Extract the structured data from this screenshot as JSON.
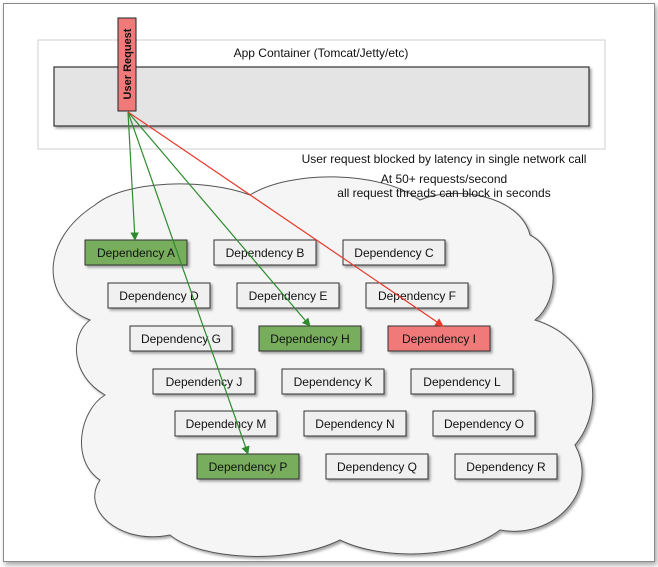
{
  "container": {
    "title": "App Container (Tomcat/Jetty/etc)"
  },
  "user_request": {
    "label": "User Request",
    "color": "#f07a7a"
  },
  "notes": {
    "line1": "User request blocked by latency in single network call",
    "line2": "At 50+ requests/second",
    "line3": "all request threads can block in seconds"
  },
  "colors": {
    "normal_fill": "#f0f0f0",
    "active_fill": "#77ad5c",
    "blocked_fill": "#f07a7a",
    "green_arrow": "#2e8b2e",
    "red_arrow": "#e8392c"
  },
  "dependencies": [
    {
      "id": "A",
      "label": "Dependency A",
      "state": "active"
    },
    {
      "id": "B",
      "label": "Dependency B",
      "state": "normal"
    },
    {
      "id": "C",
      "label": "Dependency C",
      "state": "normal"
    },
    {
      "id": "D",
      "label": "Dependency D",
      "state": "normal"
    },
    {
      "id": "E",
      "label": "Dependency E",
      "state": "normal"
    },
    {
      "id": "F",
      "label": "Dependency F",
      "state": "normal"
    },
    {
      "id": "G",
      "label": "Dependency G",
      "state": "normal"
    },
    {
      "id": "H",
      "label": "Dependency H",
      "state": "active"
    },
    {
      "id": "I",
      "label": "Dependency I",
      "state": "blocked"
    },
    {
      "id": "J",
      "label": "Dependency J",
      "state": "normal"
    },
    {
      "id": "K",
      "label": "Dependency K",
      "state": "normal"
    },
    {
      "id": "L",
      "label": "Dependency L",
      "state": "normal"
    },
    {
      "id": "M",
      "label": "Dependency M",
      "state": "normal"
    },
    {
      "id": "N",
      "label": "Dependency N",
      "state": "normal"
    },
    {
      "id": "O",
      "label": "Dependency O",
      "state": "normal"
    },
    {
      "id": "P",
      "label": "Dependency P",
      "state": "active"
    },
    {
      "id": "Q",
      "label": "Dependency Q",
      "state": "normal"
    },
    {
      "id": "R",
      "label": "Dependency R",
      "state": "normal"
    }
  ],
  "arrows": [
    {
      "to": "A",
      "color": "green"
    },
    {
      "to": "H",
      "color": "green"
    },
    {
      "to": "P",
      "color": "green"
    },
    {
      "to": "I",
      "color": "red"
    }
  ]
}
